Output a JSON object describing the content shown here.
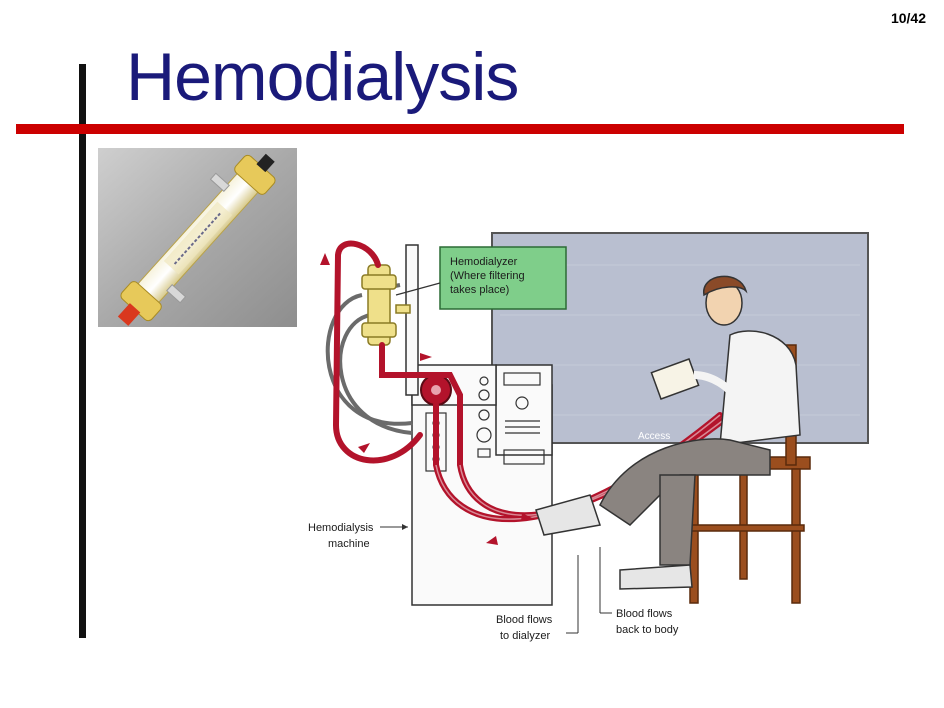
{
  "page_number": "10/42",
  "title": "Hemodialysis",
  "diagram": {
    "hemodialyzer_label": [
      "Hemodialyzer",
      "(Where filtering",
      "takes place)"
    ],
    "machine_label": [
      "Hemodialysis",
      "machine"
    ],
    "blood_to_dialyzer_label": [
      "Blood flows",
      "to dialyzer"
    ],
    "blood_to_body_label": [
      "Blood flows",
      "back to body"
    ],
    "access_label": "Access",
    "colors": {
      "tube_red": "#b3132b",
      "label_box": "#7fce8a",
      "wall_panel": "#b9bfd0",
      "title_blue": "#1a1a7a",
      "rule_red": "#cc0000"
    }
  }
}
